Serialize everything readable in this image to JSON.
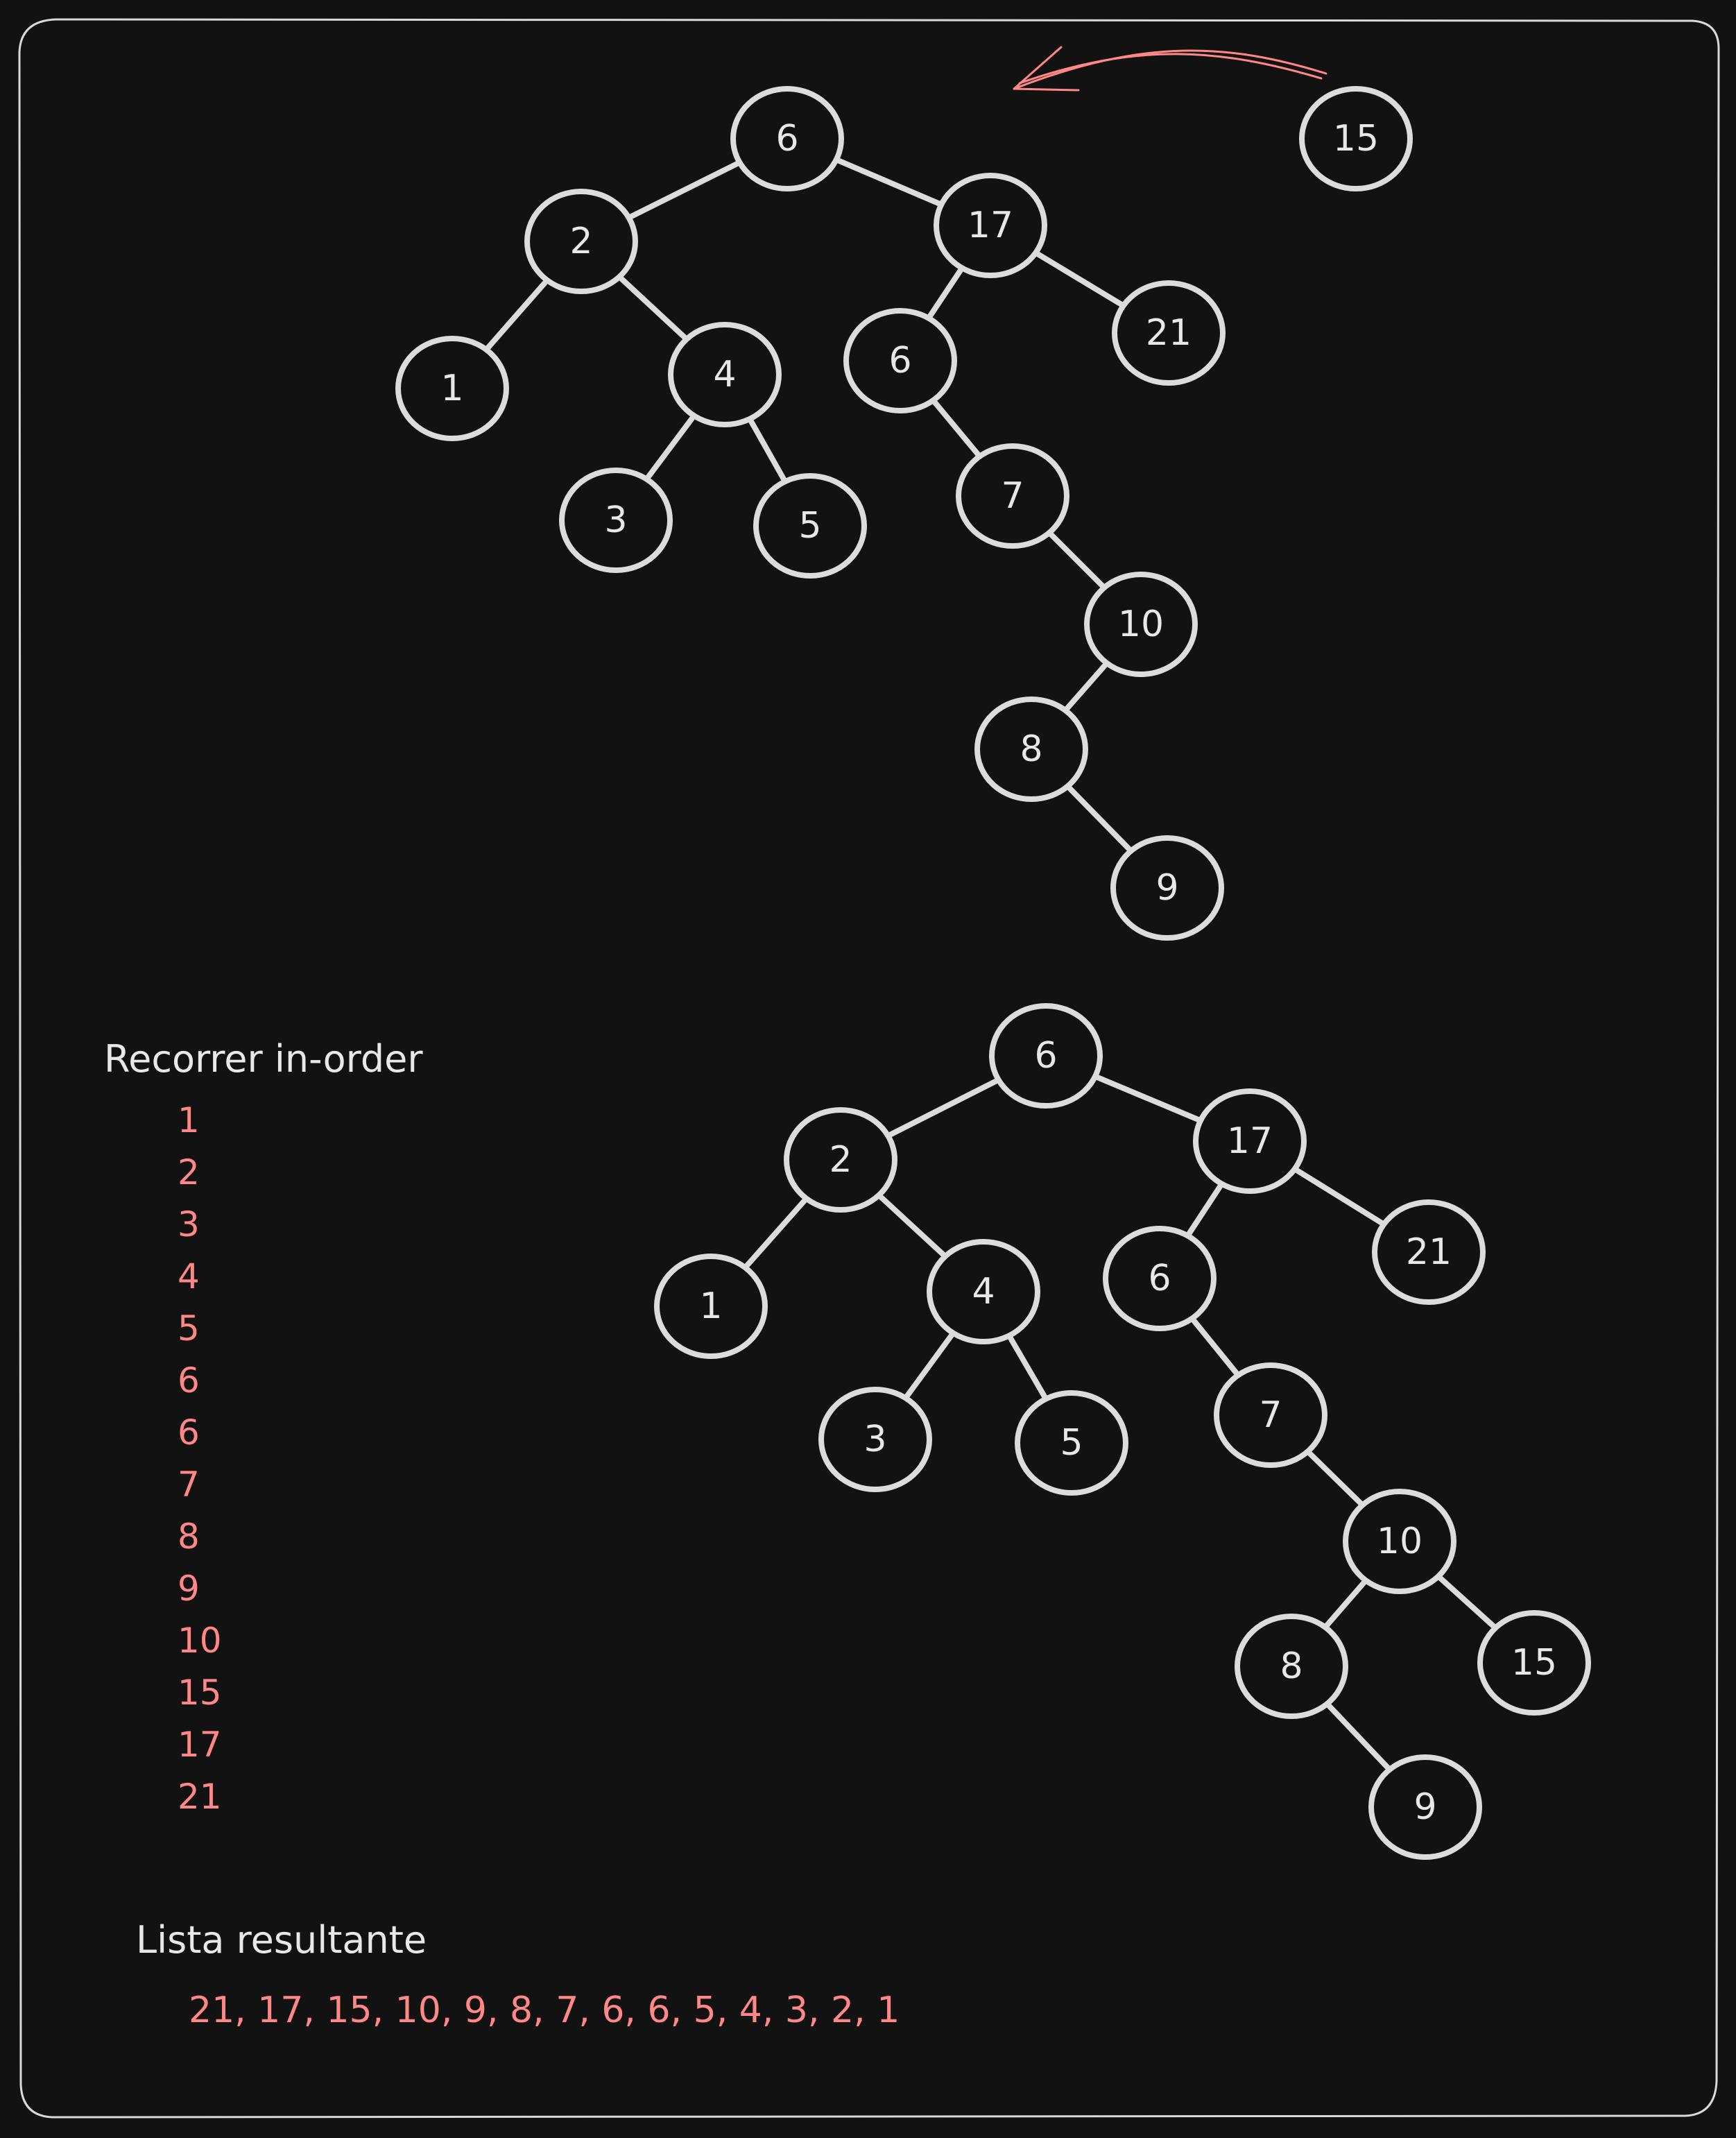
{
  "colors": {
    "background": "#121212",
    "stroke": "#dcdcdc",
    "accent": "#ff8787",
    "text": "#e8e8e8"
  },
  "tree_before": {
    "pending_node": "15",
    "nodes": [
      "6",
      "2",
      "17",
      "1",
      "4",
      "6",
      "21",
      "3",
      "5",
      "7",
      "10",
      "8",
      "9"
    ],
    "edges": [
      [
        "6",
        "2"
      ],
      [
        "6",
        "17"
      ],
      [
        "2",
        "1"
      ],
      [
        "2",
        "4"
      ],
      [
        "4",
        "3"
      ],
      [
        "4",
        "5"
      ],
      [
        "17",
        "6"
      ],
      [
        "17",
        "21"
      ],
      [
        "6",
        "7"
      ],
      [
        "7",
        "10"
      ],
      [
        "10",
        "8"
      ],
      [
        "8",
        "9"
      ]
    ]
  },
  "tree_after": {
    "nodes": [
      "6",
      "2",
      "17",
      "1",
      "4",
      "6",
      "21",
      "3",
      "5",
      "7",
      "10",
      "8",
      "15",
      "9"
    ],
    "edges": [
      [
        "6",
        "2"
      ],
      [
        "6",
        "17"
      ],
      [
        "2",
        "1"
      ],
      [
        "2",
        "4"
      ],
      [
        "4",
        "3"
      ],
      [
        "4",
        "5"
      ],
      [
        "17",
        "6"
      ],
      [
        "17",
        "21"
      ],
      [
        "6",
        "7"
      ],
      [
        "7",
        "10"
      ],
      [
        "10",
        "8"
      ],
      [
        "10",
        "15"
      ],
      [
        "8",
        "9"
      ]
    ]
  },
  "inorder": {
    "heading": "Recorrer in-order",
    "values": [
      "1",
      "2",
      "3",
      "4",
      "5",
      "6",
      "6",
      "7",
      "8",
      "9",
      "10",
      "15",
      "17",
      "21"
    ]
  },
  "result": {
    "heading": "Lista resultante",
    "text": "21, 17, 15, 10, 9, 8, 7, 6, 6, 5, 4, 3, 2, 1"
  }
}
